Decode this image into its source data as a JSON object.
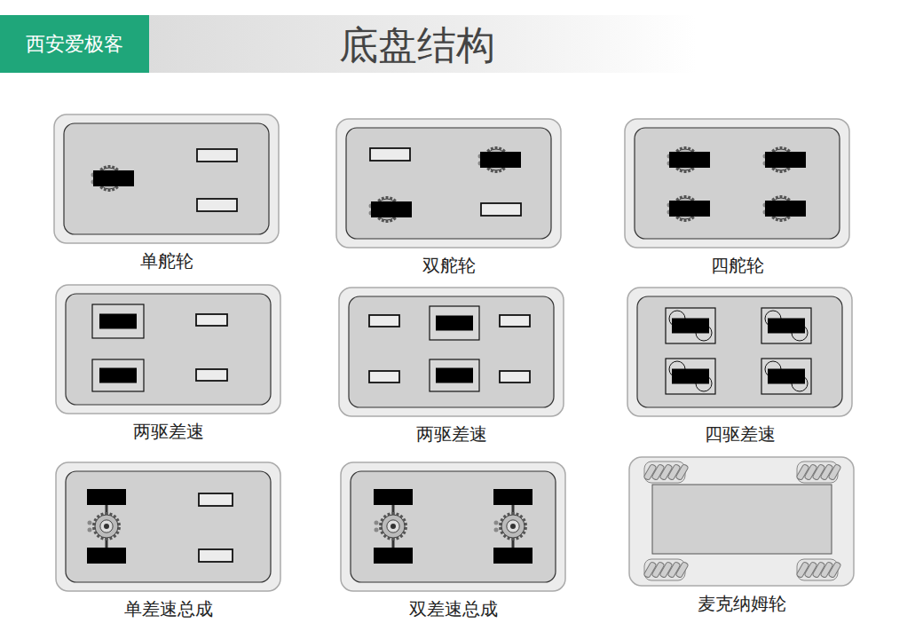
{
  "diagram": {
    "title": "底盘结构",
    "nodes": [
      {
        "text": [
          "西安爱极客"
        ]
      },
      {
        "text": [
          "单舵轮"
        ]
      },
      {
        "text": [
          "双舵轮"
        ]
      },
      {
        "text": [
          "四舵轮"
        ]
      },
      {
        "text": [
          "两驱差速"
        ]
      },
      {
        "text": [
          "两驱差速"
        ]
      },
      {
        "text": [
          "四驱差速"
        ]
      },
      {
        "text": [
          "单差速总成"
        ]
      },
      {
        "text": [
          "双差速总成"
        ]
      },
      {
        "text": [
          "麦克纳姆轮"
        ]
      }
    ]
  }
}
